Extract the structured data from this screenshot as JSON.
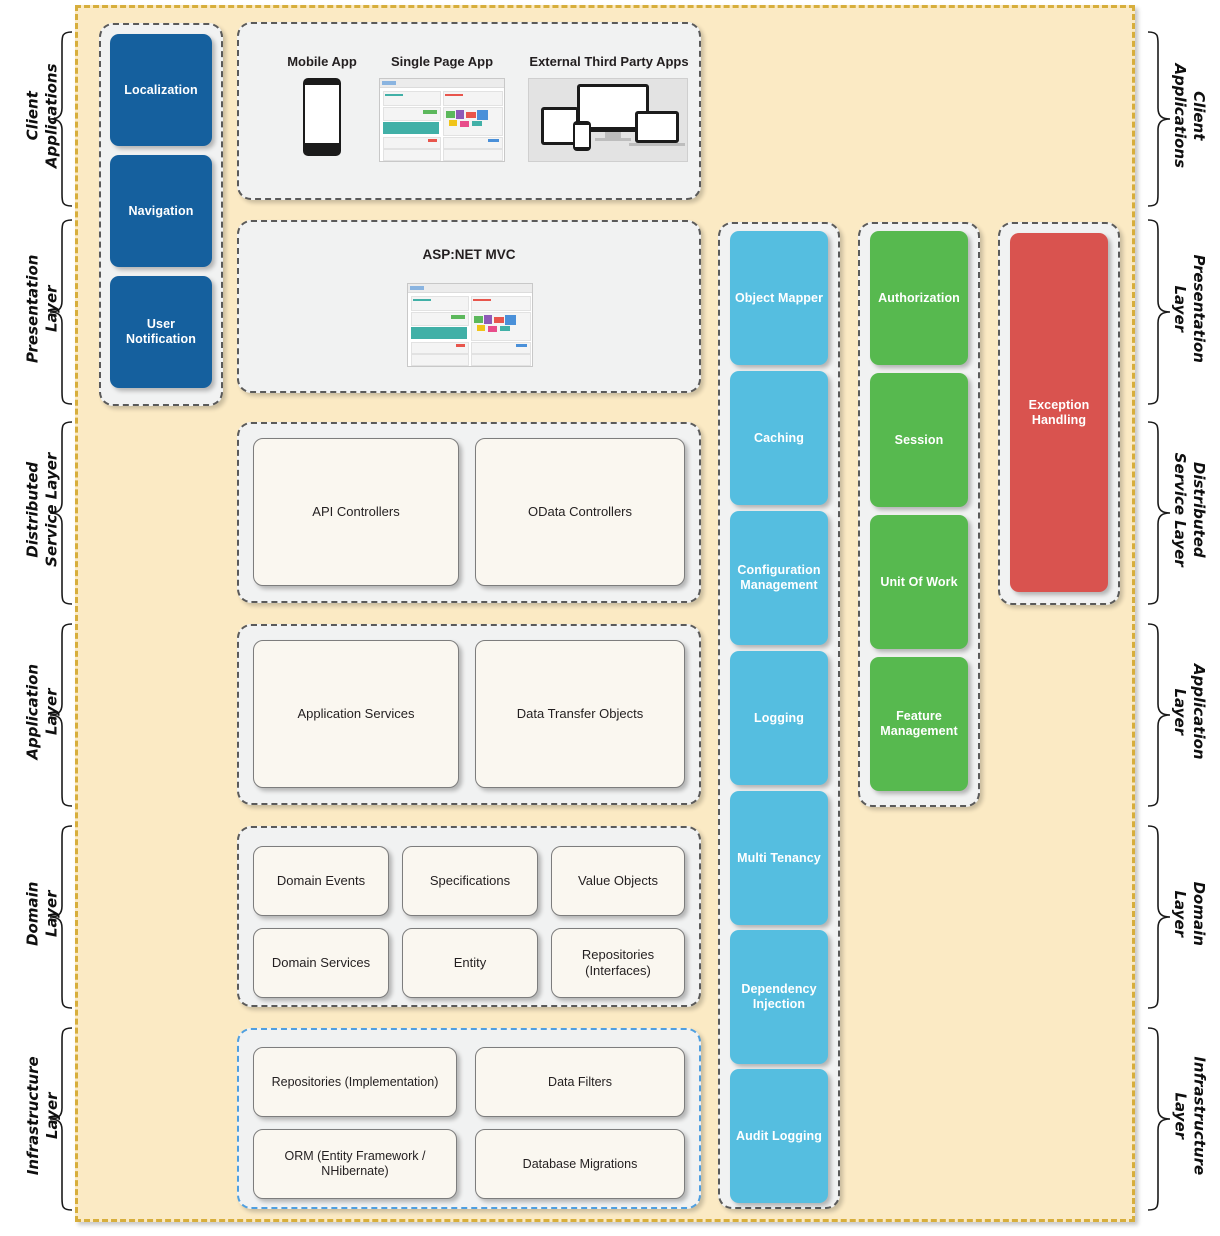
{
  "diagram": {
    "title": "ASP.NET Boilerplate Layered Architecture",
    "colors": {
      "canvas_bg": "#fbeac4",
      "canvas_border": "#d7ae3c",
      "group_bg": "#f1f2f2",
      "group_border": "#5a5a5a",
      "infrastructure_border": "#4f9fe0",
      "blue_card": "#15609e",
      "cyan_card": "#55bee0",
      "green_card": "#57b94f",
      "red_card": "#d9534f",
      "plain_card": "#faf7f0"
    }
  },
  "layer_labels": {
    "left": [
      {
        "id": "client-applications",
        "text": "Client\nApplications"
      },
      {
        "id": "presentation-layer",
        "text": "Presentation\nLayer"
      },
      {
        "id": "distributed-service-layer",
        "text": "Distributed\nService Layer"
      },
      {
        "id": "application-layer",
        "text": "Application\nLayer"
      },
      {
        "id": "domain-layer",
        "text": "Domain\nLayer"
      },
      {
        "id": "infrastructure-layer",
        "text": "Infrastructure\nLayer"
      }
    ],
    "right": [
      {
        "id": "client-applications",
        "text": "Client\nApplications"
      },
      {
        "id": "presentation-layer",
        "text": "Presentation\nLayer"
      },
      {
        "id": "distributed-service-layer",
        "text": "Distributed\nService Layer"
      },
      {
        "id": "application-layer",
        "text": "Application\nLayer"
      },
      {
        "id": "domain-layer",
        "text": "Domain\nLayer"
      },
      {
        "id": "infrastructure-layer",
        "text": "Infrastructure\nLayer"
      }
    ]
  },
  "left_column": {
    "group_name": "client-presentation-concerns",
    "cards": [
      {
        "label": "Localization"
      },
      {
        "label": "Navigation"
      },
      {
        "label": "User\nNotification"
      }
    ]
  },
  "client_applications": {
    "group_name": "client-applications-group",
    "items": [
      {
        "label": "Mobile App",
        "thumb": "mobile-app-screenshot"
      },
      {
        "label": "Single Page App",
        "thumb": "spa-dashboard-screenshot"
      },
      {
        "label": "External Third Party Apps",
        "thumb": "multi-device-screenshot"
      }
    ]
  },
  "presentation": {
    "group_name": "presentation-group",
    "title": "ASP:NET MVC",
    "thumb": "mvc-dashboard-screenshot"
  },
  "distributed_service_layer": {
    "group_name": "distributed-service-group",
    "cards": [
      {
        "label": "API Controllers"
      },
      {
        "label": "OData Controllers"
      }
    ]
  },
  "application_layer": {
    "group_name": "application-layer-group",
    "cards": [
      {
        "label": "Application Services"
      },
      {
        "label": "Data Transfer Objects"
      }
    ]
  },
  "domain_layer": {
    "group_name": "domain-layer-group",
    "cards": [
      {
        "label": "Domain Events"
      },
      {
        "label": "Specifications"
      },
      {
        "label": "Value Objects"
      },
      {
        "label": "Domain Services"
      },
      {
        "label": "Entity"
      },
      {
        "label": "Repositories\n(Interfaces)"
      }
    ]
  },
  "infrastructure_layer": {
    "group_name": "infrastructure-layer-group",
    "cards": [
      {
        "label": "Repositories (Implementation)"
      },
      {
        "label": "Data Filters"
      },
      {
        "label": "ORM (Entity Framework /\nNHibernate)"
      },
      {
        "label": "Database Migrations"
      }
    ]
  },
  "cyan_column": {
    "group_name": "cross-cutting-cyan-group",
    "cards": [
      {
        "label": "Object Mapper"
      },
      {
        "label": "Caching"
      },
      {
        "label": "Configuration\nManagement"
      },
      {
        "label": "Logging"
      },
      {
        "label": "Multi Tenancy"
      },
      {
        "label": "Dependency\nInjection"
      },
      {
        "label": "Audit Logging"
      }
    ]
  },
  "green_column": {
    "group_name": "cross-cutting-green-group",
    "cards": [
      {
        "label": "Authorization"
      },
      {
        "label": "Session"
      },
      {
        "label": "Unit Of Work"
      },
      {
        "label": "Feature\nManagement"
      }
    ]
  },
  "red_column": {
    "group_name": "cross-cutting-red-group",
    "cards": [
      {
        "label": "Exception\nHandling"
      }
    ]
  }
}
